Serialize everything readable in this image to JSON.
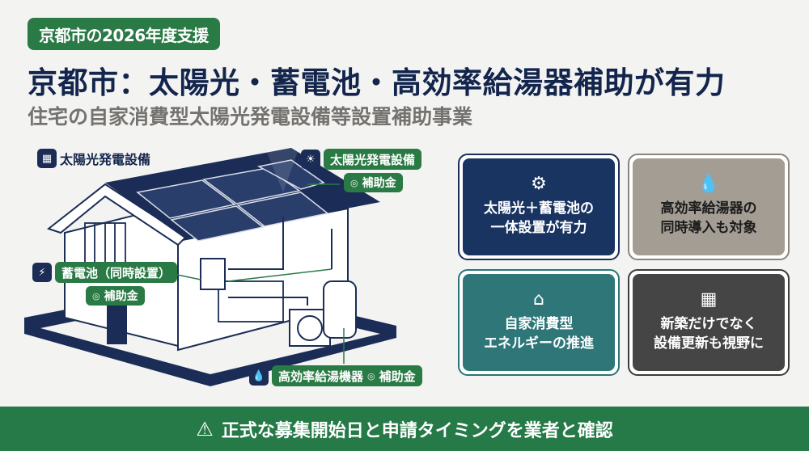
{
  "header": {
    "tag": "京都市の2026年度支援",
    "title": "京都市：太陽光・蓄電池・高効率給湯器補助が有力",
    "subtitle": "住宅の自家消費型太陽光発電設備等設置補助事業"
  },
  "illustration": {
    "top_left_label": {
      "icon": "solar-panel-icon",
      "text": "太陽光発電設備"
    },
    "solar_label": {
      "icon": "sun-icon",
      "text": "太陽光発電設備",
      "subsidy": "補助金"
    },
    "battery_label": {
      "icon": "battery-icon",
      "text": "蓄電池（同時設置）",
      "subsidy": "補助金"
    },
    "water_heater_label": {
      "icon": "water-drop-icon",
      "text": "高効率給湯機器",
      "subsidy": "補助金"
    }
  },
  "cards": [
    {
      "icon": "gears-icon",
      "glyph": "⚙",
      "text": "太陽光＋蓄電池の\n一体設置が有力"
    },
    {
      "icon": "water-drops-icon",
      "glyph": "💧",
      "text": "高効率給湯器の\n同時導入も対象"
    },
    {
      "icon": "house-arrow-icon",
      "glyph": "⌂",
      "text": "自家消費型\nエネルギーの推進"
    },
    {
      "icon": "calendar-icon",
      "glyph": "▦",
      "text": "新築だけでなく\n設備更新も視野に"
    }
  ],
  "banner": {
    "icon": "warning-icon",
    "text": "正式な募集開始日と申請タイミングを業者と確認"
  },
  "colors": {
    "green": "#2a7a45",
    "navy": "#1a3461",
    "taupe": "#a39d94",
    "teal": "#2e7678",
    "charcoal": "#454545",
    "background": "#f3f3f1"
  }
}
